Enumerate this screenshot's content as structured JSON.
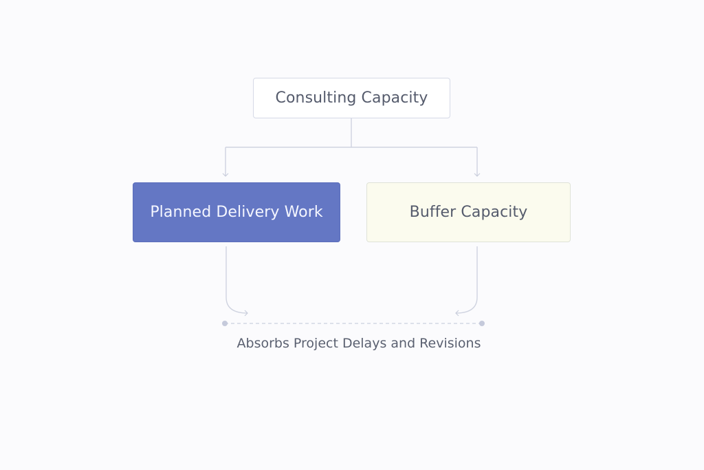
{
  "diagram": {
    "top_node": {
      "label": "Consulting Capacity"
    },
    "left_node": {
      "label": "Planned Delivery Work"
    },
    "right_node": {
      "label": "Buffer Capacity"
    },
    "caption": {
      "label": "Absorbs Project Delays and Revisions"
    }
  },
  "colors": {
    "background": "#fbfbfd",
    "planned_fill": "#6477c4",
    "buffer_fill": "#fbfbee",
    "connector": "#cfd3e0",
    "connector_dot": "#c5cadb"
  }
}
